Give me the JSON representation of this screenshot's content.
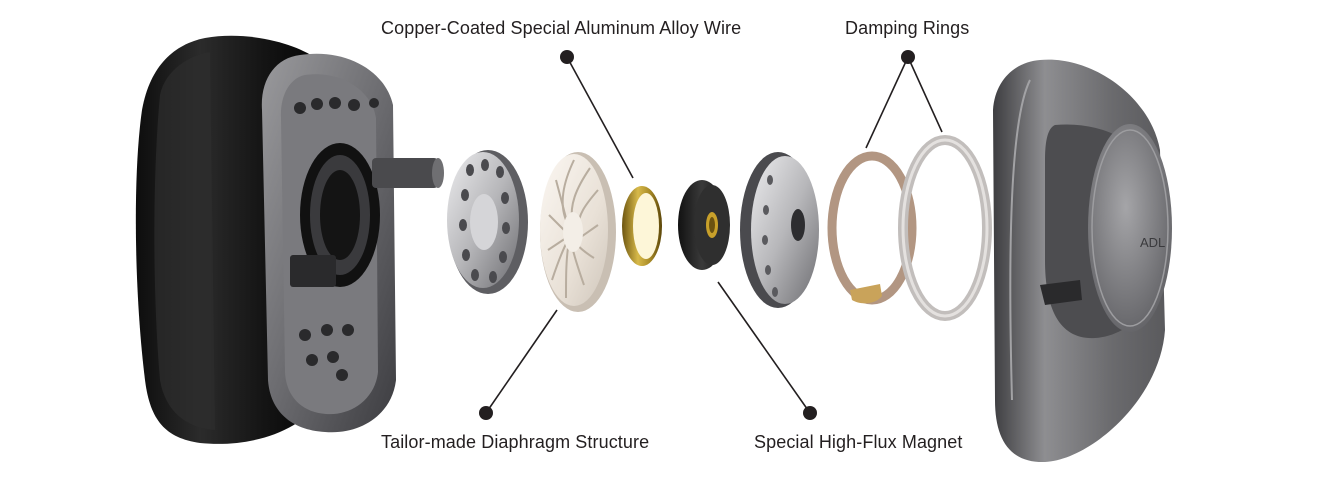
{
  "labels": {
    "copper_wire": "Copper-Coated Special Aluminum Alloy Wire",
    "damping_rings": "Damping Rings",
    "diaphragm": "Tailor-made Diaphragm Structure",
    "magnet": "Special High-Flux Magnet"
  },
  "logo_text": "ADL",
  "colors": {
    "text": "#231f20",
    "leader": "#231f20",
    "ear_pad": "#1e1e1e",
    "housing": "#6a6a6c",
    "metal": "#b9b9bb",
    "diaphragm": "#efe8e0",
    "copper_ring": "#b99a2a",
    "magnet": "#2a2a2a",
    "damping_ring_1": "#b89a86",
    "damping_ring_2": "#c9c5c3",
    "outer_cup": "#77777a"
  }
}
